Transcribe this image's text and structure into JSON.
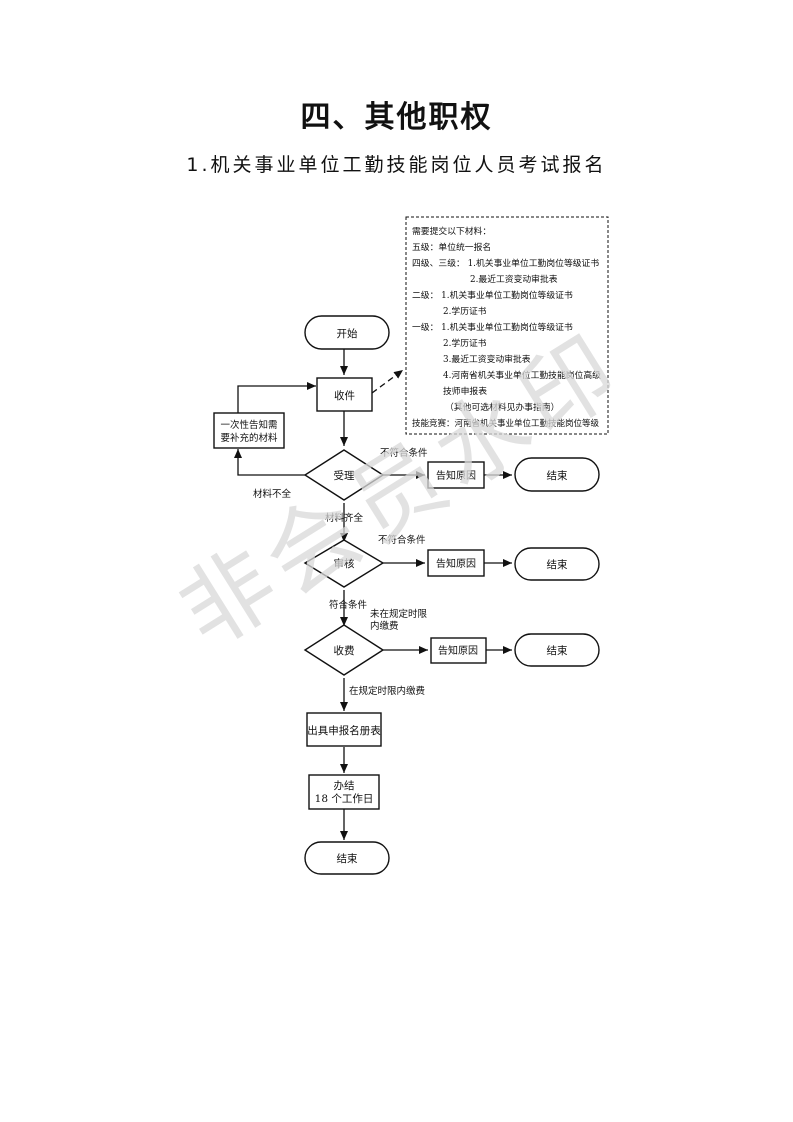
{
  "page": {
    "title": "四、其他职权",
    "subtitle": "1.机关事业单位工勤技能岗位人员考试报名",
    "watermark": "非会员水印"
  },
  "flow": {
    "start": "开始",
    "receive": "收件",
    "notify_supplement": [
      "一次性告知需",
      "要补充的材料"
    ],
    "accept": "受理",
    "accept_no": "不符合条件",
    "materials_incomplete": "材料不全",
    "materials_complete": "材料齐全",
    "review": "审核",
    "review_no": "不符合条件",
    "review_yes": "符合条件",
    "fee": "收费",
    "fee_no": [
      "未在规定时限",
      "内缴费"
    ],
    "fee_yes": "在规定时限内缴费",
    "notify_reason_1": "告知原因",
    "notify_reason_2": "告知原因",
    "notify_reason_3": "告知原因",
    "end_1": "结束",
    "end_2": "结束",
    "end_3": "结束",
    "issue_form": "出具申报名册表",
    "complete": [
      "办结",
      "18 个工作日"
    ],
    "end_final": "结束"
  },
  "materials_box": [
    "需要提交以下材料：",
    "五级：单位统一报名",
    "四级、三级：   1.机关事业单位工勤岗位等级证书",
    "2.最近工资变动审批表",
    "二级：  1.机关事业单位工勤岗位等级证书",
    "2.学历证书",
    "一级：  1.机关事业单位工勤岗位等级证书",
    "2.学历证书",
    "3.最近工资变动审批表",
    "4.河南省机关事业单位工勤技能岗位高级",
    "技师申报表",
    "（其他可选材料见办事指南）",
    "技能竞赛：河南省机关事业单位工勤技能岗位等级"
  ]
}
